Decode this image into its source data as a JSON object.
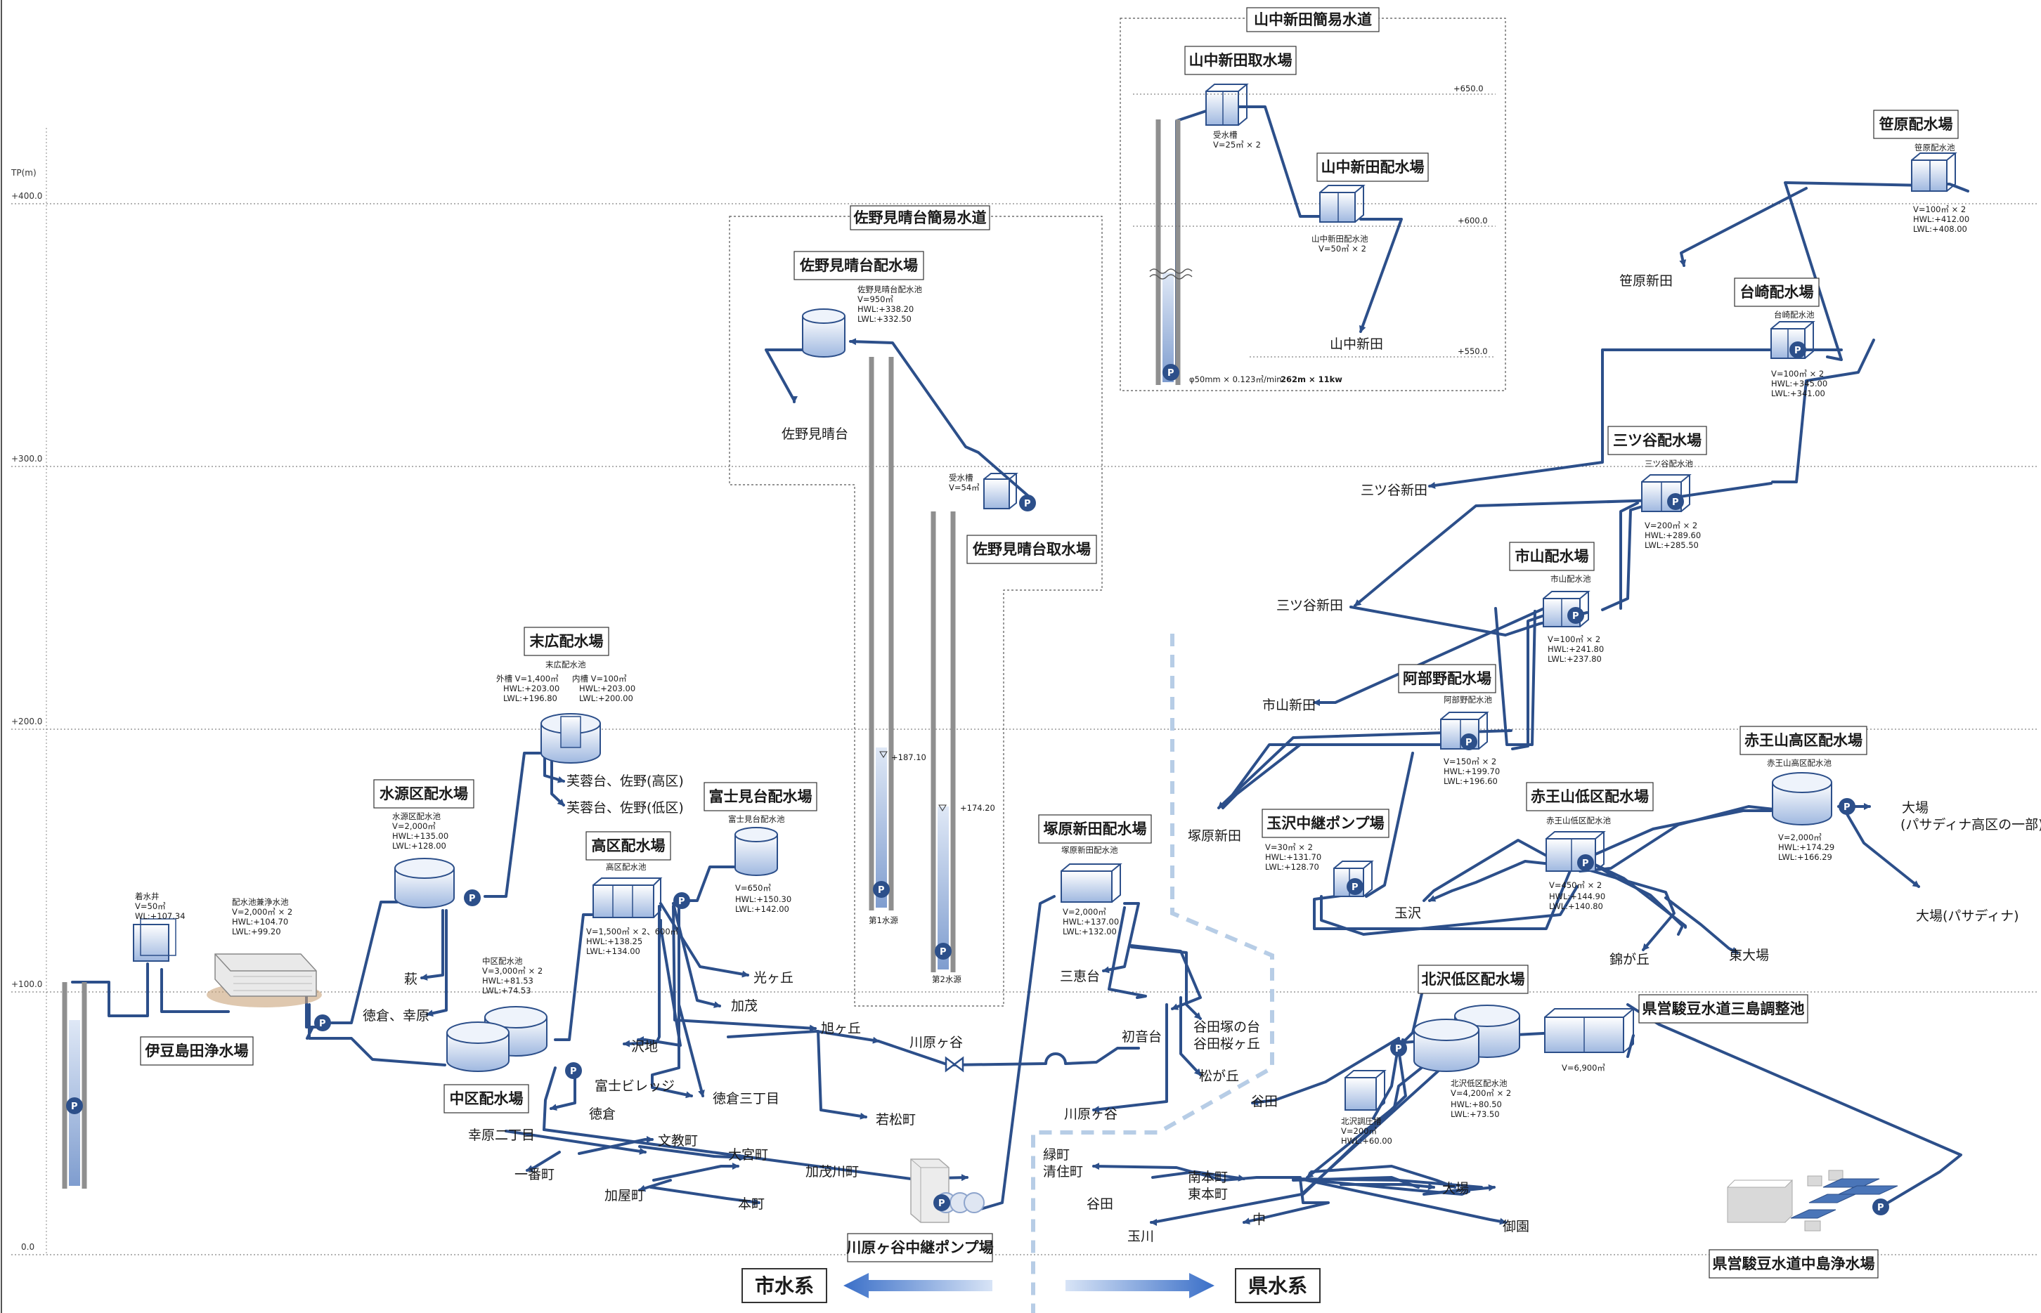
{
  "axis": {
    "unit": "TP(m)",
    "ticks": [
      "+400.0",
      "+300.0",
      "+200.0",
      "+100.0",
      "0.0"
    ]
  },
  "frames": {
    "sano": "佐野見晴台簡易水道",
    "yamanaka": "山中新田簡易水道"
  },
  "facilities": {
    "izushimada": "伊豆島田浄水場",
    "suigenku": "水源区配水場",
    "suehiro": "末広配水場",
    "nakaku": "中区配水場",
    "kouku": "高区配水場",
    "fujimidai": "富士見台配水場",
    "sano_haisui": "佐野見晴台配水場",
    "sano_shusui": "佐野見晴台取水場",
    "tsukahara": "塚原新田配水場",
    "kawaharagaya": "川原ヶ谷中継ポンプ場",
    "yamanaka_shusui": "山中新田取水場",
    "yamanaka_haisui": "山中新田配水場",
    "sasahara": "笹原配水場",
    "daizaki": "台崎配水場",
    "mitsuya": "三ツ谷配水場",
    "ichiyama": "市山配水場",
    "abeno": "阿部野配水場",
    "tamazawa": "玉沢中継ポンプ場",
    "akaoyama_kou": "赤王山高区配水場",
    "akaoyama_tei": "赤王山低区配水場",
    "kitazawa": "北沢低区配水場",
    "kenei_chosei": "県営駿豆水道三島調整池",
    "kenei_jousui": "県営駿豆水道中島浄水場"
  },
  "specs": {
    "chakusuisei": [
      "着水井",
      "V=50㎥",
      "WL:+107.34"
    ],
    "haisuichi_jousui": [
      "配水池兼浄水池",
      "V=2,000㎥ × 2",
      "HWL:+104.70",
      "LWL:+99.20"
    ],
    "suigenku": [
      "水源区配水池",
      "V=2,000㎥",
      "HWL:+135.00",
      "LWL:+128.00"
    ],
    "suehiro_title": "末広配水池",
    "suehiro_outer": [
      "外槽  V=1,400㎥",
      "HWL:+203.00",
      "LWL:+196.80"
    ],
    "suehiro_inner": [
      "内槽  V=100㎥",
      "HWL:+203.00",
      "LWL:+200.00"
    ],
    "nakaku": [
      "中区配水池",
      "V=3,000㎥ × 2",
      "HWL:+81.53",
      "LWL:+74.53"
    ],
    "kouku_title": "高区配水池",
    "kouku": [
      "V=1,500㎥ × 2、600㎥",
      "HWL:+138.25",
      "LWL:+134.00"
    ],
    "fujimidai_title": "富士見台配水池",
    "fujimidai": [
      "V=650㎥",
      "HWL:+150.30",
      "LWL:+142.00"
    ],
    "sano": [
      "佐野見晴台配水池",
      "V=950㎥",
      "HWL:+338.20",
      "LWL:+332.50"
    ],
    "sano_jusui": [
      "受水槽",
      "V=54㎥"
    ],
    "src1_level": "+187.10",
    "src1": "第1水源",
    "src2_level": "+174.20",
    "src2": "第2水源",
    "tsukahara_title": "塚原新田配水池",
    "tsukahara": [
      "V=2,000㎥",
      "HWL:+137.00",
      "LWL:+132.00"
    ],
    "yamanaka_levels": [
      "+650.0",
      "+600.0",
      "+550.0"
    ],
    "yamanaka_jusui": [
      "受水槽",
      "V=25㎥ × 2"
    ],
    "yamanaka_haisui": [
      "山中新田配水池",
      "V=50㎥ × 2"
    ],
    "yamanaka_pump": "φ50mm × 0.123㎥/min",
    "yamanaka_pump_bold": "262m × 11kw",
    "sasahara_title": "笹原配水池",
    "sasahara": [
      "V=100㎥ × 2",
      "HWL:+412.00",
      "LWL:+408.00"
    ],
    "daizaki_title": "台崎配水池",
    "daizaki": [
      "V=100㎥ × 2",
      "HWL:+345.00",
      "LWL:+341.00"
    ],
    "mitsuya_title": "三ツ谷配水池",
    "mitsuya": [
      "V=200㎥ × 2",
      "HWL:+289.60",
      "LWL:+285.50"
    ],
    "ichiyama_title": "市山配水池",
    "ichiyama": [
      "V=100㎥ × 2",
      "HWL:+241.80",
      "LWL:+237.80"
    ],
    "abeno_title": "阿部野配水池",
    "abeno": [
      "V=150㎥ × 2",
      "HWL:+199.70",
      "LWL:+196.60"
    ],
    "tamazawa": [
      "V=30㎥ × 2",
      "HWL:+131.70",
      "LWL:+128.70"
    ],
    "akaoyama_kou_title": "赤王山高区配水池",
    "akaoyama_kou": [
      "V=2,000㎥",
      "HWL:+174.29",
      "LWL:+166.29"
    ],
    "akaoyama_tei_title": "赤王山低区配水池",
    "akaoyama_tei": [
      "V=450㎥ × 2",
      "HWL:+144.90",
      "LWL:+140.80"
    ],
    "kitazawa": [
      "北沢低区配水池",
      "V=4,200㎥ × 2",
      "HWL:+80.50",
      "LWL:+73.50"
    ],
    "kitazawa_chousei": [
      "北沢調圧槽",
      "V=200㎥",
      "HWL:+60.00"
    ],
    "mishima": "V=6,900㎥"
  },
  "places": {
    "hagi": "萩",
    "tokura_kohara": "徳倉、幸原",
    "fuyodai_high": "芙蓉台、佐野(高区)",
    "fuyodai_low": "芙蓉台、佐野(低区)",
    "kogaoka": "光ヶ丘",
    "kamo": "加茂",
    "asahigaoka": "旭ヶ丘",
    "sawaji": "沢地",
    "fuji_village": "富士ビレッジ",
    "tokura3": "徳倉三丁目",
    "wakamatsu": "若松町",
    "kawaharagaya": "川原ヶ谷",
    "tokura": "徳倉",
    "kohara2": "幸原二丁目",
    "bunkyo": "文教町",
    "ichiban": "一番町",
    "omiya": "大宮町",
    "kamogawa": "加茂川町",
    "kaya": "加屋町",
    "honcho": "本町",
    "sano_miharashi": "佐野見晴台",
    "sankeidai": "三恵台",
    "hatsunedai": "初音台",
    "yatazuka": "谷田塚の台",
    "yata_sakura": "谷田桜ヶ丘",
    "matsugaoka": "松が丘",
    "kawaharagaya2": "川原ヶ谷",
    "yamanaka_town": "山中新田",
    "sasahara_town": "笹原新田",
    "mitsuya_town1": "三ツ谷新田",
    "mitsuya_town2": "三ツ谷新田",
    "ichiyama_town": "市山新田",
    "tsukahara_town": "塚原新田",
    "tamazawa": "玉沢",
    "daiba": "大場",
    "pasadena_high": "(パサディナ高区の一部)",
    "daiba_pasadena": "大場(パサディナ)",
    "nishikigaoka": "錦が丘",
    "higashi_daiba": "東大場",
    "yata": "谷田",
    "midori": "緑町",
    "kiyozumi": "清住町",
    "minami_hon": "南本町",
    "higashi_hon": "東本町",
    "yata2": "谷田",
    "tamagawa": "玉川",
    "naka": "中",
    "daiba2": "大場",
    "goten": "御園"
  },
  "pump": "P",
  "systems": {
    "city": "市水系",
    "prefecture": "県水系"
  },
  "colors": {
    "flow": "#2c4f8a",
    "water": "#b9cdea",
    "pump": "#2c4f8a",
    "frame": "#555555"
  }
}
